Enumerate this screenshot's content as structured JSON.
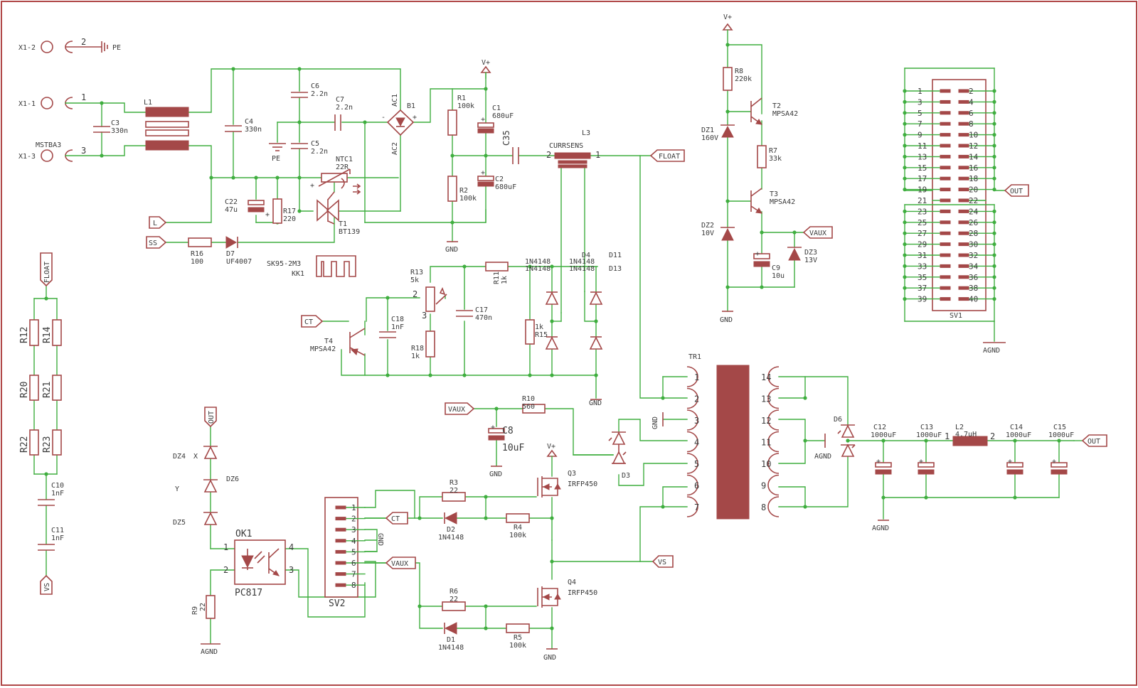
{
  "diagram": {
    "connectors": {
      "x1_2": "X1-2",
      "x1_1": "X1-1",
      "x1_3": "X1-3",
      "mstba3": "MSTBA3",
      "pin_2": "2",
      "pin_1": "1",
      "pin_3": "3",
      "pe": "PE"
    },
    "input": {
      "l1": "L1",
      "c3": "C3",
      "c3v": "330n",
      "c4": "C4",
      "c4v": "330n",
      "c6": "C6",
      "c6v": "2.2n",
      "c5": "C5",
      "c5v": "2.2n",
      "pe": "PE",
      "c7": "C7",
      "c7v": "2.2n",
      "ntc1": "NTC1",
      "ntc1v": "22R",
      "b1": "B1",
      "ac1": "AC1",
      "ac2": "AC2",
      "minus": "-",
      "plus": "+",
      "c22": "C22",
      "c22v": "47u",
      "r17": "R17",
      "r17v": "220",
      "t1": "T1",
      "t1v": "BT139",
      "r16": "R16",
      "r16v": "100",
      "d7": "D7",
      "d7v": "UF4007",
      "kk1": "KK1",
      "kk1v": "SK95-2M3",
      "pos": "+",
      "pos2": "+"
    },
    "bulk": {
      "vplus": "V+",
      "r1": "R1",
      "r1v": "100k",
      "c1": "C1",
      "c1v": "680uF",
      "r2": "R2",
      "r2v": "100k",
      "c2": "C2",
      "c2v": "680uF",
      "gnd": "GND",
      "c35": "C35",
      "l3": "L3",
      "l3v": "CURRSENS",
      "l3p2": "2",
      "l3p1": "1",
      "pos1": "+",
      "pos2": "+"
    },
    "aux": {
      "vplus": "V+",
      "r8": "R8",
      "r8v": "220k",
      "t2": "T2",
      "t2v": "MPSA42",
      "dz1": "DZ1",
      "dz1v": "160V",
      "r7": "R7",
      "r7v": "33k",
      "t3": "T3",
      "t3v": "MPSA42",
      "dz2": "DZ2",
      "dz2v": "10V",
      "c9": "C9",
      "c9v": "10u",
      "dz3": "DZ3",
      "dz3v": "13V",
      "gnd": "GND",
      "pos": "+"
    },
    "sv1": {
      "name": "SV1",
      "agnd": "AGND",
      "left": [
        "1",
        "3",
        "5",
        "7",
        "9",
        "11",
        "13",
        "15",
        "17",
        "19",
        "21",
        "23",
        "25",
        "27",
        "29",
        "31",
        "33",
        "35",
        "37",
        "39"
      ],
      "right": [
        "2",
        "4",
        "6",
        "8",
        "10",
        "12",
        "14",
        "16",
        "18",
        "20",
        "22",
        "24",
        "26",
        "28",
        "30",
        "32",
        "34",
        "36",
        "38",
        "40"
      ]
    },
    "timing": {
      "r13": "R13",
      "r13v": "5k",
      "p2": "2",
      "p3": "3",
      "r11": "R11",
      "r11v": "1k",
      "c18": "C18",
      "c18v": "1nF",
      "c17": "C17",
      "c17v": "470n",
      "r18": "R18",
      "r18v": "1k",
      "r15": "R15",
      "r15v": "1k",
      "t4": "T4",
      "t4v": "MPSA42",
      "d4": "D4",
      "d11": "D11",
      "d13": "D13",
      "n1": "1N4148",
      "n2": "1N4148",
      "n3": "1N4148",
      "n4": "1N4148",
      "gnd": "GND"
    },
    "feedback": {
      "r12": "R12",
      "r14": "R14",
      "r20": "R20",
      "r21": "R21",
      "r22": "R22",
      "r23": "R23",
      "c10": "C10",
      "c10v": "1nF",
      "c11": "C11",
      "c11v": "1nF",
      "dz4": "DZ4",
      "x": "X",
      "y": "Y",
      "dz6": "DZ6",
      "dz5": "DZ5",
      "ok1": "OK1",
      "pc817": "PC817",
      "p1": "1",
      "p2": "2",
      "p3": "3",
      "p4": "4",
      "r9": "R9",
      "r9v": "22",
      "agnd": "AGND"
    },
    "sv2": {
      "name": "SV2",
      "pins": [
        "1",
        "2",
        "3",
        "4",
        "5",
        "6",
        "7",
        "8"
      ],
      "gnd": "GND"
    },
    "driver": {
      "r10": "R10",
      "r10v": "560",
      "c8": "C8",
      "c8v": "10uF",
      "gnd": "GND",
      "pos": "+",
      "vplus": "V+",
      "r3": "R3",
      "r3v": "22",
      "d2": "D2",
      "d2v": "1N4148",
      "r4": "R4",
      "r4v": "100k",
      "q3": "Q3",
      "q3v": "IRFP450",
      "r6": "R6",
      "r6v": "22",
      "d1": "D1",
      "d1v": "1N4148",
      "r5": "R5",
      "r5v": "100k",
      "q4": "Q4",
      "q4v": "IRFP450",
      "gnd2": "GND"
    },
    "transformer": {
      "tr1": "TR1",
      "d3": "D3",
      "gnd": "GND",
      "prim": [
        "1",
        "2",
        "3",
        "4",
        "5",
        "6",
        "7"
      ],
      "sec": [
        "14",
        "13",
        "12",
        "11",
        "10",
        "9",
        "8"
      ]
    },
    "output": {
      "d6": "D6",
      "agnd1": "AGND",
      "c12": "C12",
      "c12v": "1000uF",
      "c13": "C13",
      "c13v": "1000uF",
      "l2": "L2",
      "l2v": "4.7uH",
      "l2p1": "1",
      "l2p2": "2",
      "c14": "C14",
      "c14v": "1000uF",
      "c15": "C15",
      "c15v": "1000uF",
      "agnd2": "AGND",
      "p1": "+",
      "p2": "+",
      "p3": "+",
      "p4": "+"
    },
    "nets": {
      "float_top": "FLOAT",
      "l": "L",
      "ss": "SS",
      "out_sv1": "OUT",
      "vaux_top": "VAUX",
      "float_left": "FLOAT",
      "ct_left": "CT",
      "vaux_mid": "VAUX",
      "out_left": "OUT",
      "vs_left": "VS",
      "ct_sv2": "CT",
      "vaux_sv2": "VAUX",
      "vs_right": "VS",
      "out_right": "OUT"
    }
  }
}
